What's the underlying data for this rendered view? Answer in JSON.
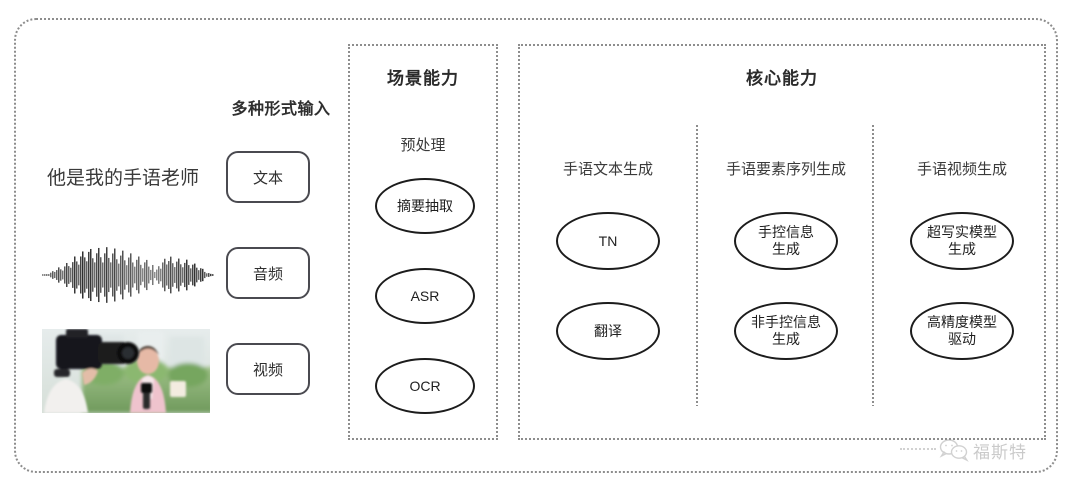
{
  "diagram": {
    "input_section": {
      "title": "多种形式输入",
      "rows": [
        {
          "sample": "他是我的手语老师",
          "button": "文本",
          "media": "text"
        },
        {
          "sample": "",
          "button": "音频",
          "media": "waveform"
        },
        {
          "sample": "",
          "button": "视频",
          "media": "video-thumbnail"
        }
      ]
    },
    "scene_section": {
      "title": "场景能力",
      "subtitle": "预处理",
      "nodes": [
        "摘要抽取",
        "ASR",
        "OCR"
      ]
    },
    "core_section": {
      "title": "核心能力",
      "columns": [
        {
          "subtitle": "手语文本生成",
          "nodes": [
            "TN",
            "翻译"
          ]
        },
        {
          "subtitle": "手语要素序列生成",
          "nodes": [
            "手控信息\n生成",
            "非手控信息\n生成"
          ]
        },
        {
          "subtitle": "手语视频生成",
          "nodes": [
            "超写实模型\n生成",
            "高精度模型\n驱动"
          ]
        }
      ]
    },
    "watermark": {
      "text": "福斯特",
      "logo": "wechat-icon"
    },
    "colors": {
      "frame_border": "#8d8d8d",
      "node_border": "#1c1c1c",
      "pill_border": "#4a4a50",
      "text": "#2e2e2e",
      "background": "#ffffff"
    }
  }
}
